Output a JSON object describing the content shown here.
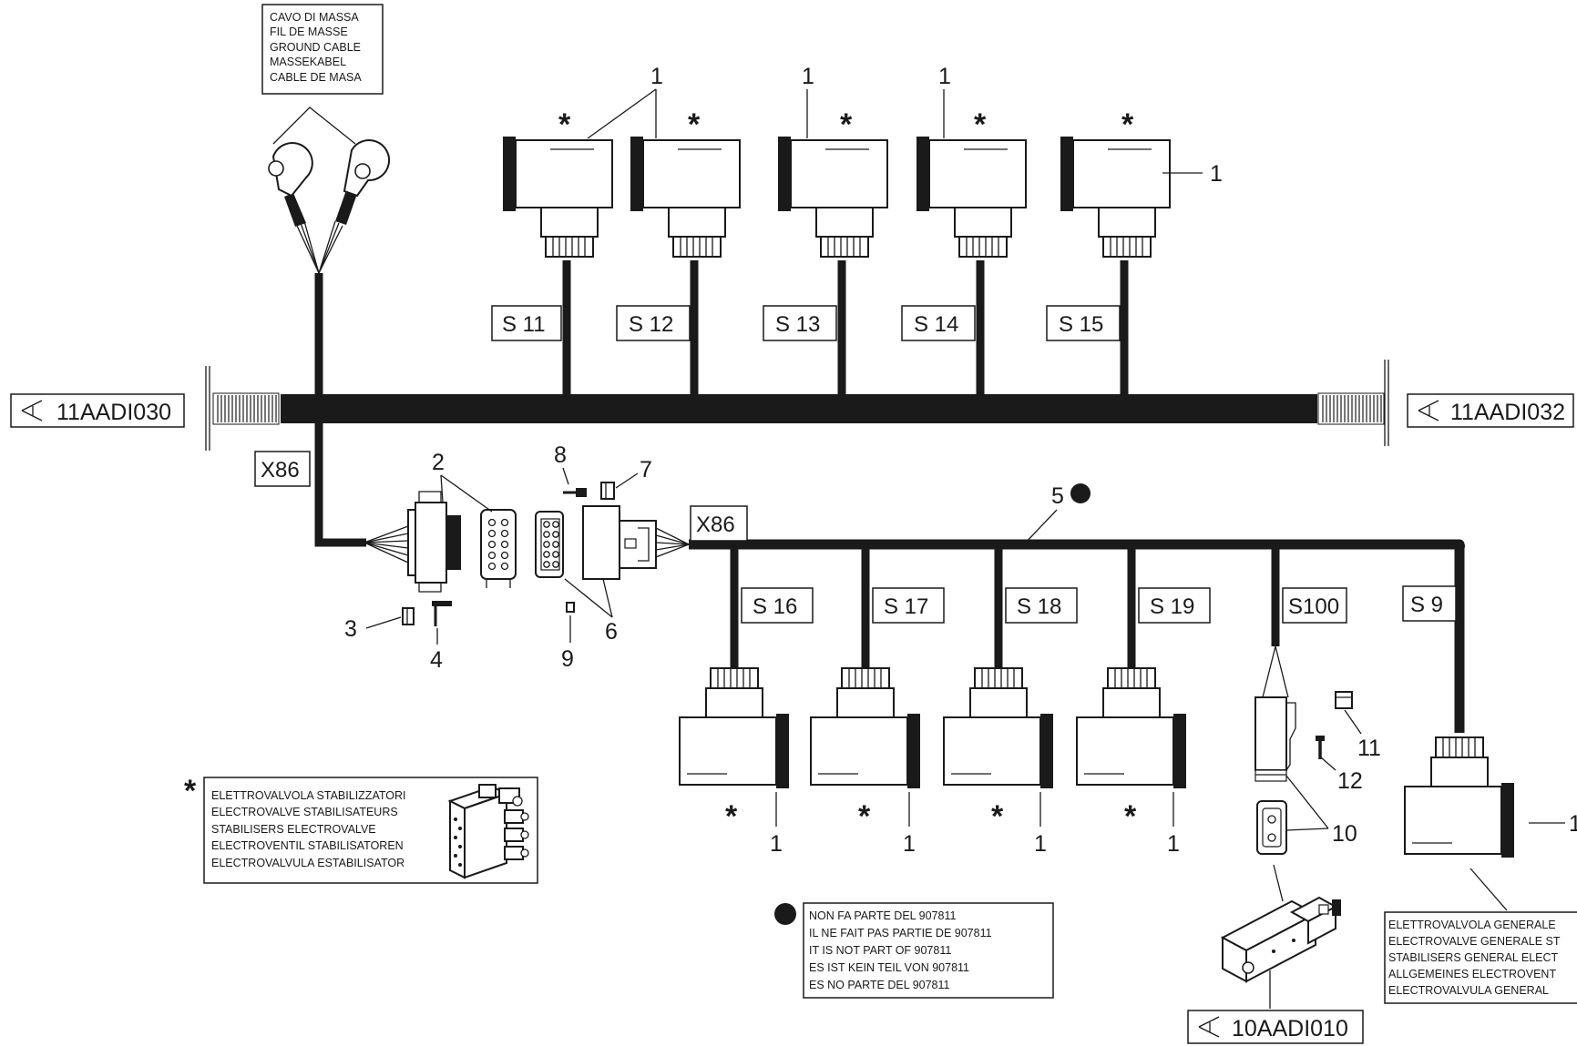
{
  "ground_cable_note": [
    "CAVO DI MASSA",
    "FIL DE MASSE",
    "GROUND CABLE",
    "MASSEKABEL",
    "CABLE DE MASA"
  ],
  "stabilizer_note": {
    "symbol": "*",
    "lines": [
      "ELETTROVALVOLA STABILIZZATORI",
      "ELECTROVALVE STABILISATEURS",
      "STABILISERS ELECTROVALVE",
      "ELECTROVENTIL STABILISATOREN",
      "ELECTROVALVULA ESTABILISATOR"
    ]
  },
  "not_part_note": [
    "NON FA PARTE DEL 907811",
    "IL NE FAIT PAS PARTIE DE 907811",
    "IT IS NOT PART OF 907811",
    "ES IST KEIN TEIL VON 907811",
    "ES NO PARTE DEL 907811"
  ],
  "general_valve_note": [
    "ELETTROVALVOLA GENERALE",
    "ELECTROVALVE GENERALE ST",
    "STABILISERS GENERAL ELECT",
    "ALLGEMEINES ELECTROVENT",
    "ELECTROVALVULA GENERAL"
  ],
  "references": {
    "left": "11AADI030",
    "right": "11AADI032",
    "bottom": "10AADI010"
  },
  "top_tags": [
    "S 11",
    "S 12",
    "S 13",
    "S 14",
    "S 15"
  ],
  "bottom_tags": [
    "S 16",
    "S 17",
    "S 18",
    "S 19",
    "S100",
    "S 9"
  ],
  "connector_tags": {
    "left": "X86",
    "right": "X86"
  },
  "callouts": {
    "c1_top_a": "1",
    "c1_top_b": "1",
    "c1_top_c": "1",
    "c1_top_d": "1",
    "c1_bot_a": "1",
    "c1_bot_b": "1",
    "c1_bot_c": "1",
    "c1_bot_d": "1",
    "c1_bot_e": "1",
    "c2": "2",
    "c3": "3",
    "c4": "4",
    "c5": "5",
    "c6": "6",
    "c7": "7",
    "c8": "8",
    "c9": "9",
    "c10": "10",
    "c11": "11",
    "c12": "12"
  },
  "asterisk": "*"
}
